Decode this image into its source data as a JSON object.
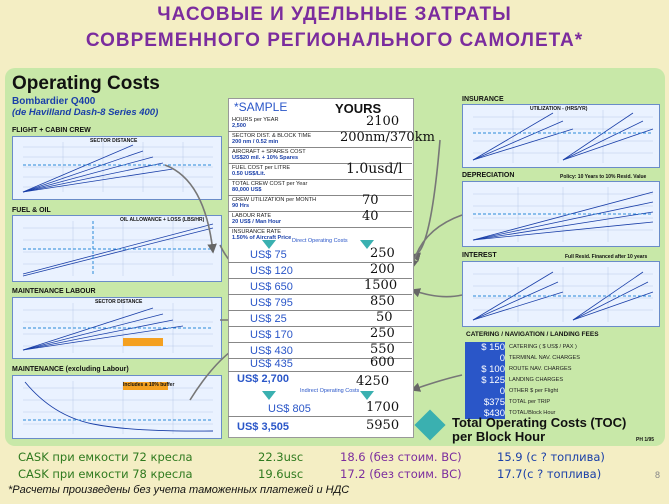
{
  "title_line1": "ЧАСОВЫЕ  И УДЕЛЬНЫЕ ЗАТРАТЫ",
  "title_line2": "СОВРЕМЕННОГО  РЕГИОНАЛЬНОГО САМОЛЕТА*",
  "doc": {
    "title": "Operating Costs",
    "aircraft": "Bombardier Q400",
    "aircraft_sub": "(de Havilland Dash-8 Series 400)",
    "sample_label": "*SAMPLE",
    "yours_label": "YOURS",
    "direct_costs_label": "Direct Operating Costs",
    "indirect_costs_label": "Indirect Operating Costs",
    "total_label_line1": "Total Operating Costs (TOC)",
    "total_label_line2": "per Block Hour",
    "footer_code": "PH 1/95"
  },
  "left_panels": [
    {
      "label": "FLIGHT + CABIN CREW",
      "label2": "SECTOR DISTANCE"
    },
    {
      "label": "FUEL & OIL",
      "label2": "OIL ALLOWANCE + LOSS (LBS/HR)"
    },
    {
      "label": "MAINTENANCE LABOUR",
      "label2": "SECTOR DISTANCE"
    },
    {
      "label": "MAINTENANCE (excluding Labour)",
      "label2": "Includes a 10% buffer"
    }
  ],
  "right_panels": [
    {
      "label": "INSURANCE",
      "label2": "UTILIZATION - (HRS/YR)"
    },
    {
      "label": "DEPRECIATION",
      "label2": "Policy: 10 Years to 10% Resid. Value"
    },
    {
      "label": "INTEREST",
      "label2": "Full Resid. Financed after 10 years"
    }
  ],
  "inputs": [
    {
      "label": "HOURS per YEAR",
      "sample": "2,500",
      "yours": "2100"
    },
    {
      "label": "SECTOR DIST. & BLOCK TIME",
      "sample": "200 nm / 0.52 min",
      "yours": "200nm/370km"
    },
    {
      "label": "AIRCRAFT + SPARES COST",
      "sample": "US$20 mil. + 10% Spares",
      "yours": ""
    },
    {
      "label": "FUEL COST per LITRE",
      "sample": "0.50 US$/Lit.",
      "yours": "1.0usd/l"
    },
    {
      "label": "TOTAL CREW COST per Year",
      "sample": "80,000 US$",
      "yours": ""
    },
    {
      "label": "CREW UTILIZATION per MONTH",
      "sample": "90 Hrs",
      "yours": "70"
    },
    {
      "label": "LABOUR RATE",
      "sample": "20 US$ / Man Hour",
      "yours": "40"
    },
    {
      "label": "INSURANCE RATE",
      "sample": "1.50% of Aircraft Price",
      "yours": ""
    }
  ],
  "costs": [
    {
      "sample": "US$  75",
      "yours": "250"
    },
    {
      "sample": "US$ 120",
      "yours": "200"
    },
    {
      "sample": "US$ 650",
      "yours": "1500"
    },
    {
      "sample": "US$ 795",
      "yours": "850"
    },
    {
      "sample": "US$  25",
      "yours": "50"
    },
    {
      "sample": "US$ 170",
      "yours": "250"
    },
    {
      "sample": "US$ 430",
      "yours": "550"
    },
    {
      "sample": "US$ 435",
      "yours": "600"
    }
  ],
  "doc_total": {
    "sample": "US$ 2,700",
    "yours": "4250"
  },
  "ioc": {
    "sample": "US$   805",
    "yours": "1700"
  },
  "toc": {
    "sample": "US$ 3,505",
    "yours": "5950"
  },
  "fees": [
    {
      "value": "$ 150",
      "text": "CATERING   ( $           US$ / PAX )"
    },
    {
      "value": "0",
      "text": "TERMINAL NAV. CHARGES"
    },
    {
      "value": "$ 100",
      "text": "ROUTE NAV. CHARGES"
    },
    {
      "value": "$ 125",
      "text": "LANDING CHARGES"
    },
    {
      "value": "0",
      "text": "OTHER $ per Flight"
    },
    {
      "value": "$375",
      "text": "TOTAL per TRIP"
    },
    {
      "value": "$430",
      "text": "TOTAL/Block Hour"
    }
  ],
  "fees_title": "CATERING / NAVIGATION / LANDING FEES",
  "cask": [
    {
      "label": "CASK  при емкости 72 кресла",
      "v1": "22.3usc",
      "v2": "18.6 (без стоим. ВС)",
      "v3": "15.9 (с ?  топлива)"
    },
    {
      "label": "CASK  при емкости 78 кресла",
      "v1": "19.6usc",
      "v2": "17.2 (без стоим. ВС)",
      "v3": "17.7(с ?  топлива)"
    }
  ],
  "footnote": "*Расчеты  произведены без учета таможенных платежей и НДС",
  "page_number": "8"
}
